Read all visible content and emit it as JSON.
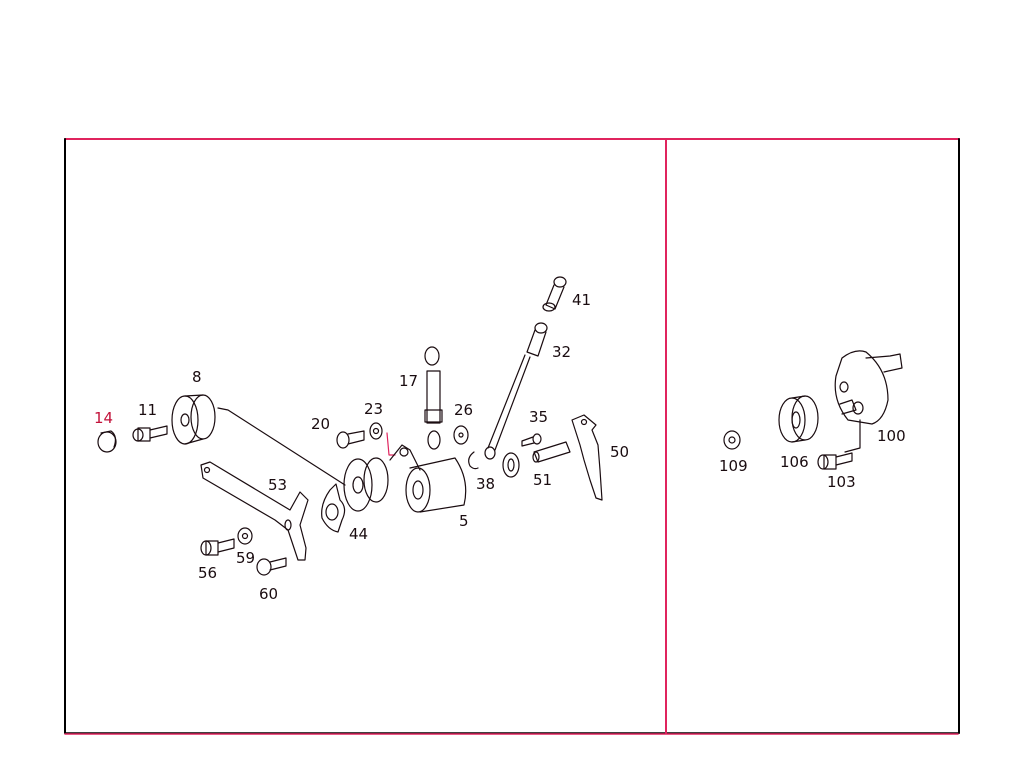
{
  "diagram": {
    "type": "exploded-parts-diagram",
    "colors": {
      "line": "#1a0c10",
      "accent": "#e0245e",
      "background": "#ffffff"
    },
    "panels": [
      {
        "id": "main",
        "callouts": [
          "14",
          "11",
          "8",
          "20",
          "23",
          "17",
          "26",
          "41",
          "32",
          "35",
          "50",
          "51",
          "38",
          "5",
          "53",
          "44",
          "56",
          "59",
          "60"
        ]
      },
      {
        "id": "side",
        "callouts": [
          "109",
          "106",
          "100",
          "103"
        ]
      }
    ],
    "callouts": {
      "c14": "14",
      "c11": "11",
      "c8": "8",
      "c20": "20",
      "c23": "23",
      "c17": "17",
      "c26": "26",
      "c41": "41",
      "c32": "32",
      "c35": "35",
      "c50": "50",
      "c51": "51",
      "c38": "38",
      "c5": "5",
      "c53": "53",
      "c44": "44",
      "c56": "56",
      "c59": "59",
      "c60": "60",
      "c109": "109",
      "c106": "106",
      "c100": "100",
      "c103": "103"
    }
  }
}
